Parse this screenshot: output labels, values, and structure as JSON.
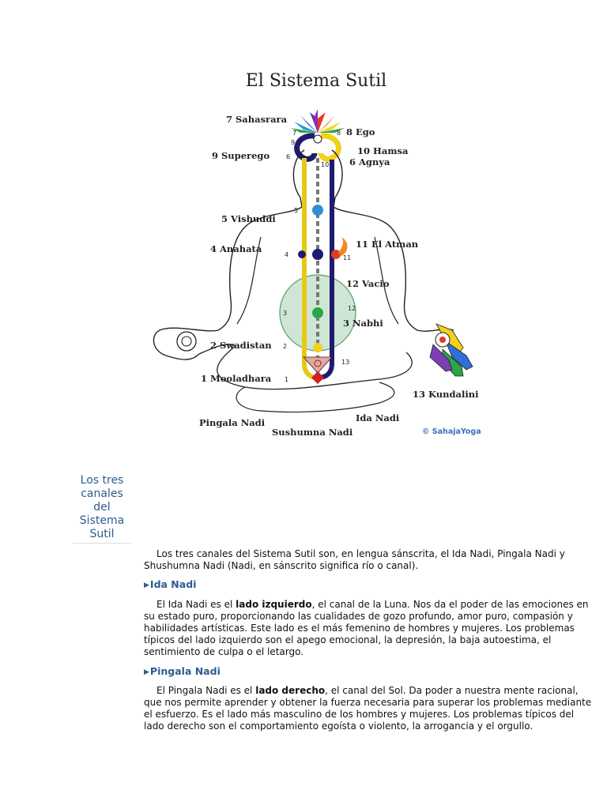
{
  "figure": {
    "title": "El Sistema Sutil",
    "labels": {
      "sahasrara": "7 Sahasrara",
      "ego": "8 Ego",
      "superego": "9 Superego",
      "hamsa": "10 Hamsa",
      "agnya": "6 Agnya",
      "vishuddi": "5 Vishuddi",
      "atman": "11 El Atman",
      "anahata": "4 Anahata",
      "vacio": "12 Vacio",
      "nabhi": "3 Nabhi",
      "swadistan": "2 Swadistan",
      "mooladhara": "1 Mooladhara",
      "kundalini": "13 Kundalini",
      "pingala": "Pingala Nadi",
      "ida": "Ida Nadi",
      "sushumna": "Sushumna Nadi"
    },
    "small_numbers": {
      "n7": "7",
      "n9": "9",
      "n8": "8",
      "n6": "6",
      "n10": "10",
      "n5": "5",
      "n4": "4",
      "n11": "11",
      "n3": "3",
      "n12": "12",
      "n2": "2",
      "n13": "13",
      "n1": "1"
    },
    "copyright": "© SahajaYoga"
  },
  "side_heading": "Los tres canales del Sistema Sutil",
  "content": {
    "intro_lines": [
      "Los tres canales del Sistema Sutil son, en lengua sánscrita, el Ida Nadi, Pingala Nadi y",
      "Shushumna Nadi (Nadi, en sánscrito significa río o canal)."
    ],
    "ida_heading": "Ida Nadi",
    "ida": {
      "line1_a": "El Ida Nadi es el ",
      "line1_b": "lado izquierdo",
      "line1_c": ", el canal de la Luna. Nos da el poder de las emociones en",
      "line2": "su estado puro, proporcionando las cualidades de gozo profundo, amor puro, compasión y",
      "line3": "habilidades artísticas. Este lado es el más femenino de hombres y mujeres. Los problemas",
      "line4": "típicos del lado izquierdo son el apego emocional, la depresión, la baja autoestima, el",
      "line5": "sentimiento de culpa o el letargo."
    },
    "pingala_heading": "Pingala Nadi",
    "pingala": {
      "line1_a": "El Pingala Nadi es el ",
      "line1_b": "lado derecho",
      "line1_c": ", el canal del Sol. Da poder a nuestra mente racional,",
      "line2": "que nos permite aprender y obtener la fuerza necesaria para superar los problemas mediante",
      "line3": "el esfuerzo. Es el lado más masculino de los hombres y mujeres. Los problemas típicos del",
      "line4": "lado derecho son el comportamiento egoísta o violento, la arrogancia y el orgullo."
    }
  }
}
